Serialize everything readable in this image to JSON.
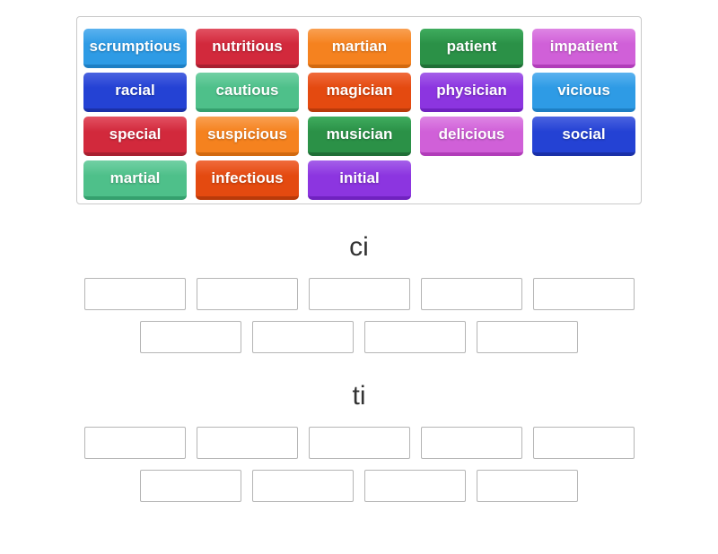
{
  "palette": {
    "lightblue": {
      "base": "#2E9BE5",
      "light": "#5AB2EF",
      "dark": "#1D7FC4"
    },
    "crimson": {
      "base": "#D2293C",
      "light": "#E25162",
      "dark": "#A81F30"
    },
    "orange": {
      "base": "#F5821F",
      "light": "#F9A052",
      "dark": "#D2690F"
    },
    "green": {
      "base": "#2B9147",
      "light": "#3FAC5E",
      "dark": "#1F6F36"
    },
    "orchid": {
      "base": "#D060D8",
      "light": "#DE85E4",
      "dark": "#B13CB9"
    },
    "royalblue": {
      "base": "#2442D4",
      "light": "#4A63E0",
      "dark": "#1A30A8"
    },
    "seagreen": {
      "base": "#4EC08A",
      "light": "#72D0A4",
      "dark": "#35A06E"
    },
    "orangered": {
      "base": "#E44A10",
      "light": "#F06B3C",
      "dark": "#B93A0A"
    },
    "blueviolet": {
      "base": "#8C35E0",
      "light": "#A55FE9",
      "dark": "#7022C0"
    }
  },
  "tray": {
    "tiles": [
      {
        "label": "scrumptious",
        "color": "lightblue"
      },
      {
        "label": "nutritious",
        "color": "crimson"
      },
      {
        "label": "martian",
        "color": "orange"
      },
      {
        "label": "patient",
        "color": "green"
      },
      {
        "label": "impatient",
        "color": "orchid"
      },
      {
        "label": "racial",
        "color": "royalblue"
      },
      {
        "label": "cautious",
        "color": "seagreen"
      },
      {
        "label": "magician",
        "color": "orangered"
      },
      {
        "label": "physician",
        "color": "blueviolet"
      },
      {
        "label": "vicious",
        "color": "lightblue"
      },
      {
        "label": "special",
        "color": "crimson"
      },
      {
        "label": "suspicious",
        "color": "orange"
      },
      {
        "label": "musician",
        "color": "green"
      },
      {
        "label": "delicious",
        "color": "orchid"
      },
      {
        "label": "social",
        "color": "royalblue"
      },
      {
        "label": "martial",
        "color": "seagreen"
      },
      {
        "label": "infectious",
        "color": "orangered"
      },
      {
        "label": "initial",
        "color": "blueviolet"
      }
    ]
  },
  "groups": [
    {
      "title": "ci",
      "slot_rows": [
        5,
        4
      ]
    },
    {
      "title": "ti",
      "slot_rows": [
        5,
        4
      ]
    }
  ]
}
